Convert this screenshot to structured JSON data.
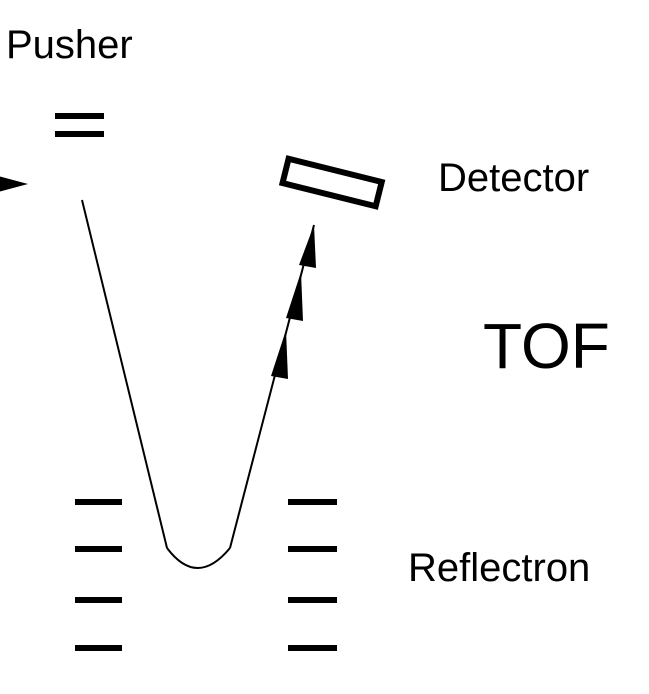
{
  "labels": {
    "pusher": "Pusher",
    "detector": "Detector",
    "tof": "TOF",
    "reflectron": "Reflectron"
  },
  "colors": {
    "ink": "#000000",
    "background": "#ffffff"
  }
}
